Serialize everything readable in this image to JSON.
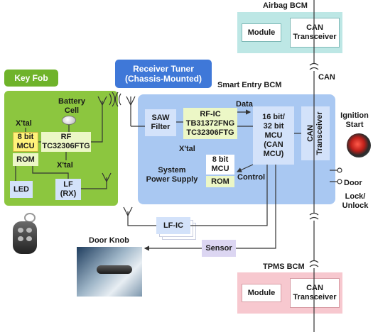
{
  "colors": {
    "key_fob_bg": "#8cc63f",
    "key_fob_header": "#6fb32a",
    "smart_entry_bg": "#a9c8f2",
    "receiver_tuner_bg": "#3f78d8",
    "airbag_bg": "#bde7e5",
    "tpms_bg": "#f7c8cf",
    "chip_yellow": "#fff27a",
    "chip_green": "#ecf7c6",
    "chip_blue": "#d3e2fa",
    "chip_lavender": "#dcd6f2",
    "line": "#333333"
  },
  "key_fob": {
    "title": "Key Fob",
    "battery_label": "Battery\nCell",
    "xtal_top": "X'tal",
    "mcu": "8 bit\nMCU",
    "rom": "ROM",
    "rf": "RF\nTC32306FTG",
    "xtal_bottom": "X'tal",
    "led": "LED",
    "lf": "LF\n(RX)"
  },
  "receiver_tuner": {
    "label": "Receiver Tuner\n(Chassis-Mounted)"
  },
  "smart_entry": {
    "title": "Smart Entry BCM",
    "saw": "SAW\nFilter",
    "rf_ic": "RF-IC\nTB31372FNG\nTC32306FTG",
    "data_label": "Data",
    "mcu_main": "16 bit/\n32 bit\nMCU\n(CAN\nMCU)",
    "can": "CAN\nTransceiver",
    "xtal": "X'tal",
    "mcu_small": "8 bit\nMCU",
    "system_power": "System\nPower Supply",
    "rom": "ROM",
    "control_label": "Control"
  },
  "airbag": {
    "title": "Airbag BCM",
    "module": "Module",
    "can": "CAN\nTransceiver"
  },
  "tpms": {
    "title": "TPMS BCM",
    "module": "Module",
    "can": "CAN\nTransceiver"
  },
  "bus": {
    "can_label": "CAN"
  },
  "right_side": {
    "ignition": "Ignition\nStart",
    "door": "Door",
    "lock_unlock": "Lock/\nUnlock"
  },
  "lf_ic": "LF-IC",
  "sensor": "Sensor",
  "door_knob": "Door Knob"
}
